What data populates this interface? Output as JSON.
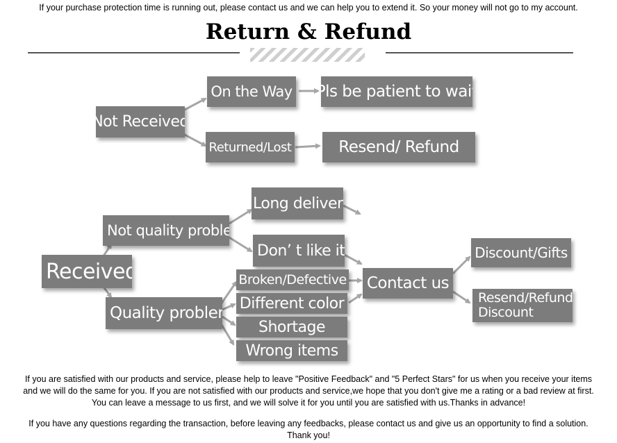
{
  "header": {
    "notice": "If your purchase protection time is running out, please contact us and we can help you to extend it. So your money will not go to my account.",
    "title": "Return & Refund"
  },
  "diagram": {
    "not_received": "Not Received",
    "on_the_way": "On the Way",
    "pls_wait": "Pls be patient to wait",
    "returned_lost": "Returned/Lost",
    "resend_refund_top": "Resend/ Refund",
    "received": "Received",
    "not_quality_problem": "Not quality problem",
    "long_delivery": "Long delivery",
    "dont_like": "Don’ t like it",
    "quality_problem": "Quality problem",
    "broken": "Broken/Defective",
    "different_color": "Different color",
    "shortage": "Shortage",
    "wrong_items": "Wrong items",
    "contact_us": "Contact us",
    "discount_gifts": "Discount/Gifts",
    "resend_refund_line1": "Resend/Refund/",
    "resend_refund_line2": "Discount"
  },
  "footer": {
    "line1": "If you are satisfied with our products and service, please help to leave \"Positive Feedback\" and \"5 Perfect Stars\" for us when you receive your items",
    "line2": "and we will do the same for you. If you are not satisfied with our products and service,we hope that you don't give me a rating or a bad review at first.",
    "line3": "You can leave a message to us first, and we will solve it for you until you are satisfied with us.Thanks in advance!",
    "line4": "If you have any questions regarding the transaction, before leaving any feedbacks, please contact us and give us an opportunity to find a solution.",
    "line5": "Thank you!"
  },
  "colors": {
    "box": "#7c7c7c",
    "arrow": "#a6a6a6",
    "text_on_box": "#ffffff"
  }
}
